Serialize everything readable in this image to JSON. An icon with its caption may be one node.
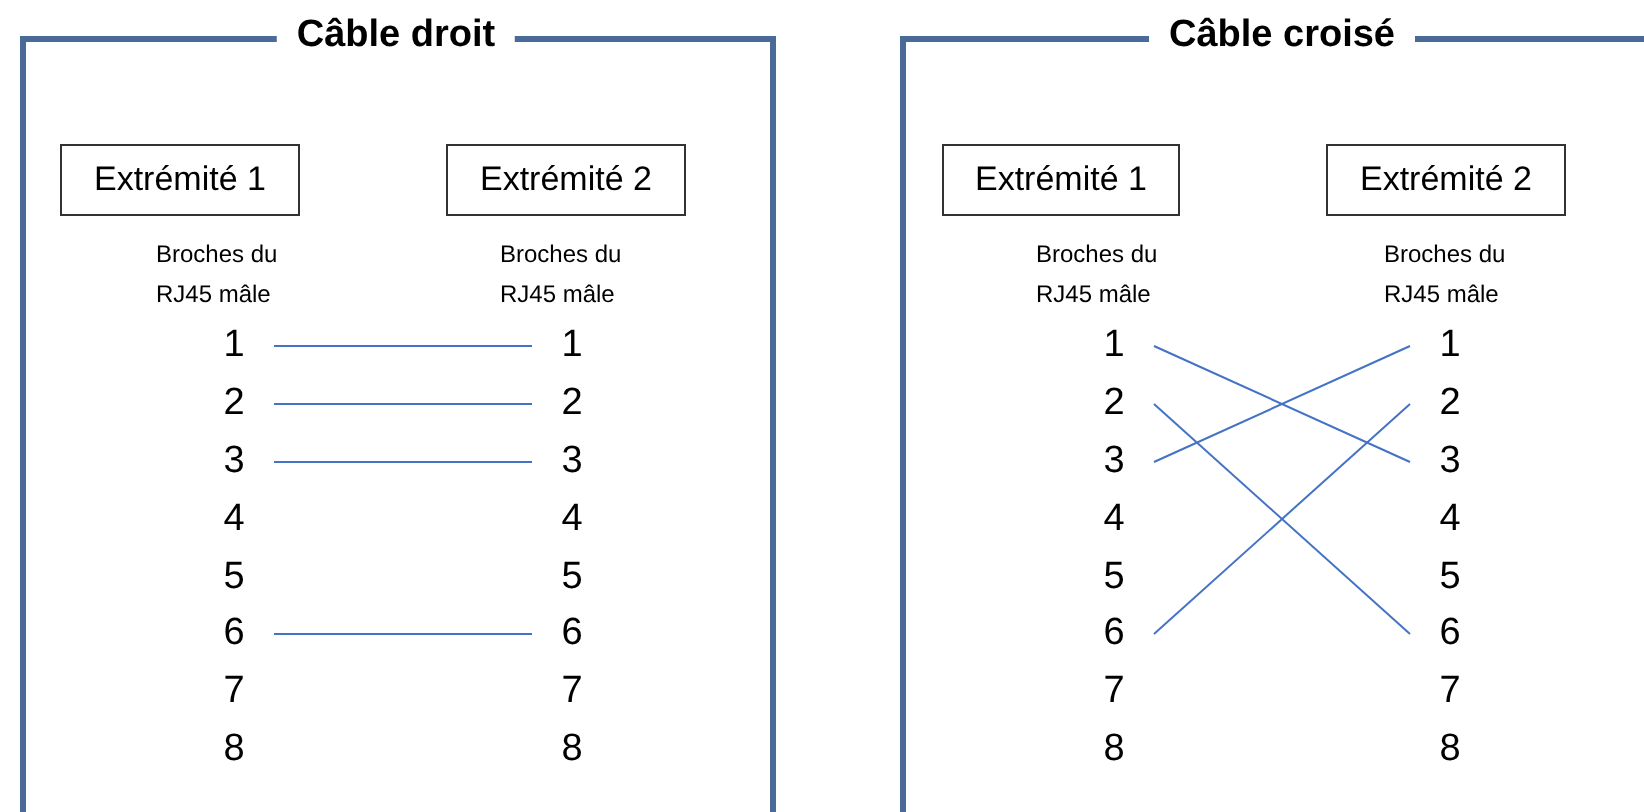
{
  "diagram": {
    "nodes": [
      {
        "text": [
          "Câble droit"
        ]
      },
      {
        "text": [
          "Extrémité 1"
        ],
        "in": 0
      },
      {
        "text": [
          "Extrémité 2"
        ],
        "in": 0
      },
      {
        "text": [
          "1"
        ],
        "in": 0
      },
      {
        "text": [
          "2"
        ],
        "in": 0
      },
      {
        "text": [
          "3"
        ],
        "in": 0
      },
      {
        "text": [
          "4"
        ],
        "in": 0
      },
      {
        "text": [
          "5"
        ],
        "in": 0
      },
      {
        "text": [
          "6"
        ],
        "in": 0
      },
      {
        "text": [
          "7"
        ],
        "in": 0
      },
      {
        "text": [
          "8"
        ],
        "in": 0
      },
      {
        "text": [
          "1"
        ],
        "in": 0
      },
      {
        "text": [
          "2"
        ],
        "in": 0
      },
      {
        "text": [
          "3"
        ],
        "in": 0
      },
      {
        "text": [
          "4"
        ],
        "in": 0
      },
      {
        "text": [
          "5"
        ],
        "in": 0
      },
      {
        "text": [
          "6"
        ],
        "in": 0
      },
      {
        "text": [
          "7"
        ],
        "in": 0
      },
      {
        "text": [
          "8"
        ],
        "in": 0
      },
      {
        "text": [
          "Câble croisé"
        ]
      },
      {
        "text": [
          "Extrémité 1"
        ],
        "in": 19
      },
      {
        "text": [
          "Extrémité 2"
        ],
        "in": 19
      },
      {
        "text": [
          "1"
        ],
        "in": 19
      },
      {
        "text": [
          "2"
        ],
        "in": 19
      },
      {
        "text": [
          "3"
        ],
        "in": 19
      },
      {
        "text": [
          "4"
        ],
        "in": 19
      },
      {
        "text": [
          "5"
        ],
        "in": 19
      },
      {
        "text": [
          "6"
        ],
        "in": 19
      },
      {
        "text": [
          "7"
        ],
        "in": 19
      },
      {
        "text": [
          "8"
        ],
        "in": 19
      },
      {
        "text": [
          "1"
        ],
        "in": 19
      },
      {
        "text": [
          "2"
        ],
        "in": 19
      },
      {
        "text": [
          "3"
        ],
        "in": 19
      },
      {
        "text": [
          "4"
        ],
        "in": 19
      },
      {
        "text": [
          "5"
        ],
        "in": 19
      },
      {
        "text": [
          "6"
        ],
        "in": 19
      },
      {
        "text": [
          "7"
        ],
        "in": 19
      },
      {
        "text": [
          "8"
        ],
        "in": 19
      }
    ],
    "edges": [
      {
        "from": 3,
        "to": 11,
        "arrow": "none"
      },
      {
        "from": 4,
        "to": 12,
        "arrow": "none"
      },
      {
        "from": 5,
        "to": 13,
        "arrow": "none"
      },
      {
        "from": 8,
        "to": 16,
        "arrow": "none"
      },
      {
        "from": 22,
        "to": 32,
        "arrow": "none"
      },
      {
        "from": 23,
        "to": 35,
        "arrow": "none"
      },
      {
        "from": 24,
        "to": 30,
        "arrow": "none"
      },
      {
        "from": 27,
        "to": 31,
        "arrow": "none"
      }
    ],
    "labels": [
      "Broches du RJ45 mâle",
      "Broches du RJ45 mâle",
      "Broches du RJ45 mâle",
      "Broches du RJ45 mâle"
    ]
  }
}
